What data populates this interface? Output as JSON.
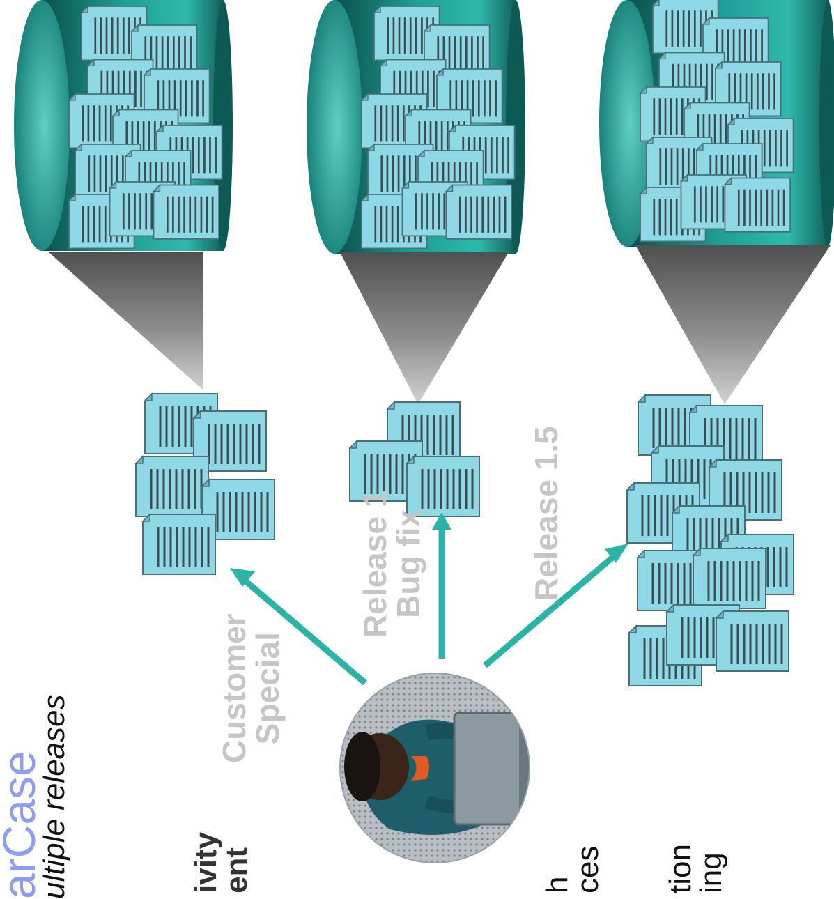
{
  "slide": {
    "title": "arCase",
    "subtitle": "ultiple releases",
    "side_texts": [
      {
        "line1": "ivity",
        "line2": "ent"
      },
      {
        "line1": "h",
        "line2": "ces"
      },
      {
        "line1": "tion",
        "line2": "ing"
      }
    ]
  },
  "streams": [
    {
      "line1": "Customer",
      "line2": "Special"
    },
    {
      "line1": "Release 1",
      "line2": "Bug fix"
    },
    {
      "line1": "Release 1.5",
      "line2": ""
    }
  ],
  "colors": {
    "cylinder_dark": "#0b4f4b",
    "cylinder_mid": "#1f9e95",
    "cylinder_light": "#5fd0c6",
    "document_fill": "#8fd9e6",
    "arrow": "#2bb3a8",
    "label_gray": "#c6c6c6",
    "title_blue": "#8f9cf4"
  },
  "icons": [
    "database-cylinder-icon",
    "document-stack-icon",
    "developer-photo"
  ]
}
